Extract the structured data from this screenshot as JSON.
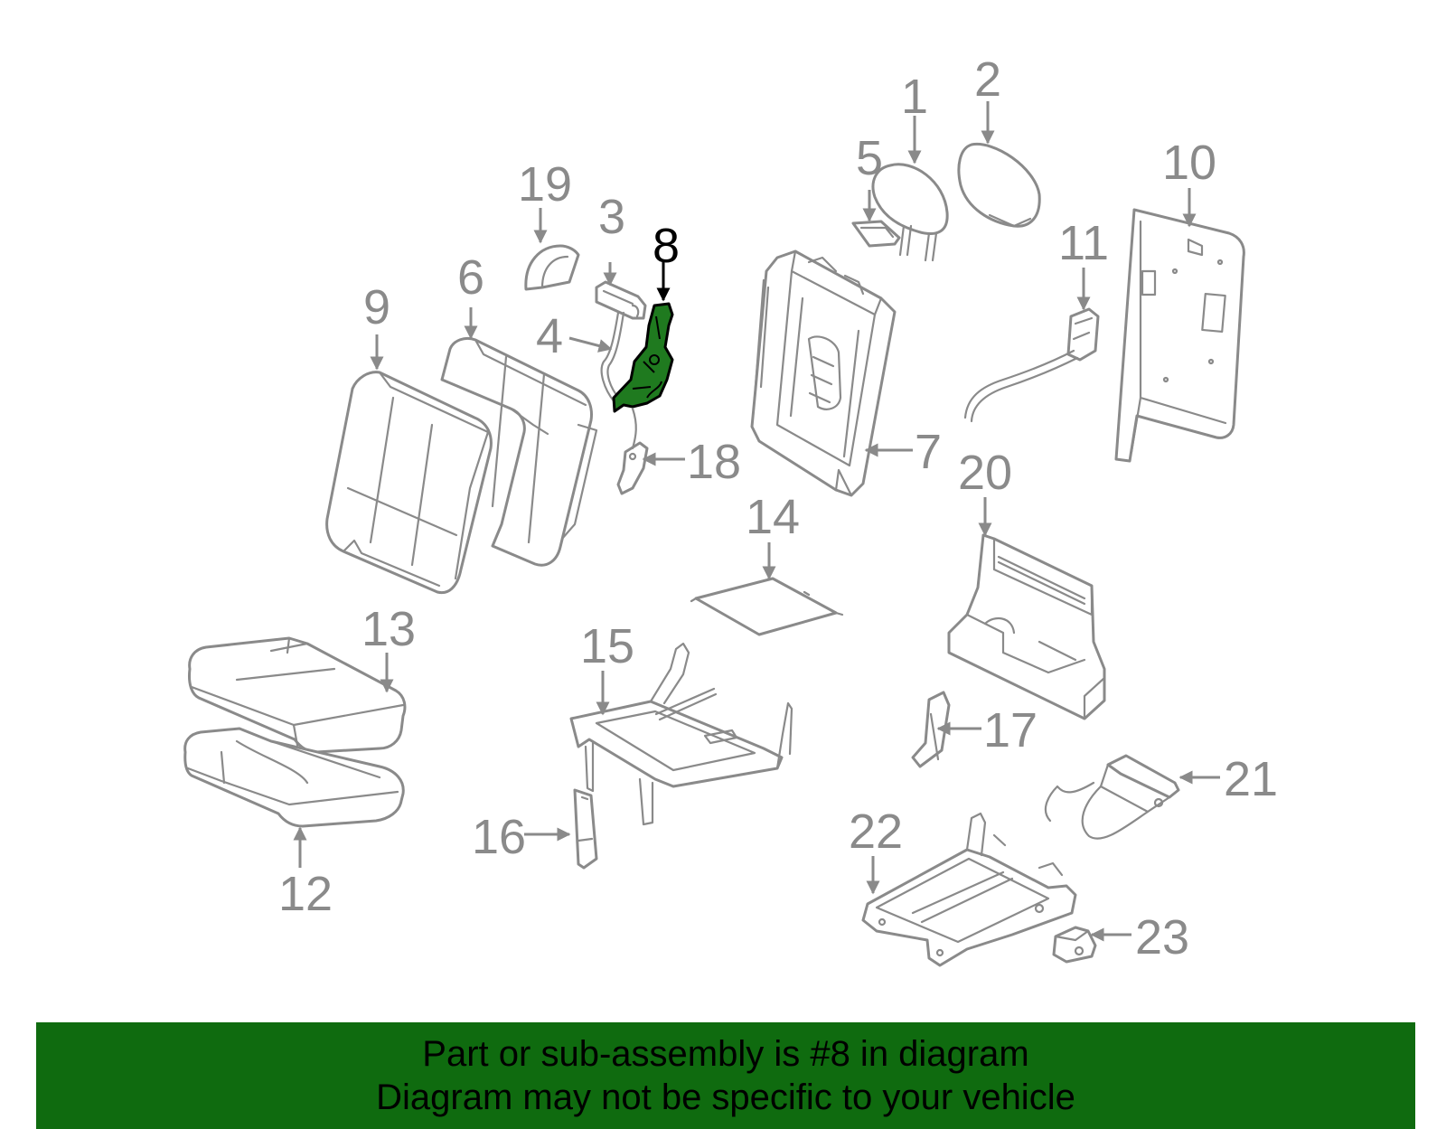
{
  "callouts": {
    "c1": "1",
    "c2": "2",
    "c3": "3",
    "c4": "4",
    "c5": "5",
    "c6": "6",
    "c7": "7",
    "c8": "8",
    "c9": "9",
    "c10": "10",
    "c11": "11",
    "c12": "12",
    "c13": "13",
    "c14": "14",
    "c15": "15",
    "c16": "16",
    "c17": "17",
    "c18": "18",
    "c19": "19",
    "c20": "20",
    "c21": "21",
    "c22": "22",
    "c23": "23"
  },
  "highlighted_part": "8",
  "colors": {
    "line_gray": "#8a8a8a",
    "highlight_fill": "#1f7a1f",
    "banner_green": "#0f6b0f",
    "banner_text": "#000000"
  },
  "footer": {
    "line1": "Part or sub-assembly is #8 in diagram",
    "line2": "Diagram may not be specific to your vehicle"
  }
}
